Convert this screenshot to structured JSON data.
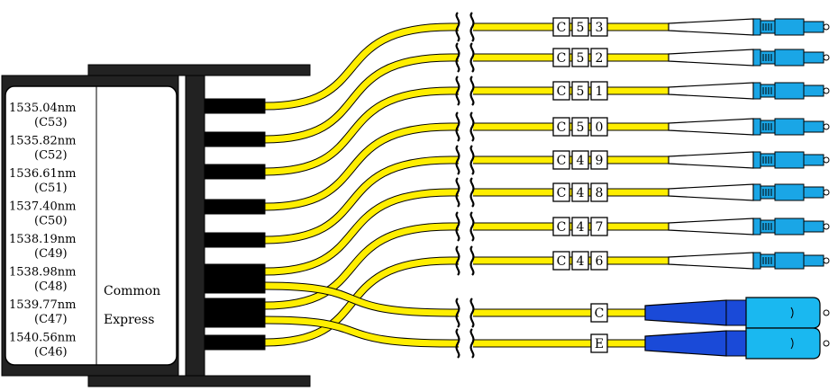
{
  "module": {
    "wavelengths": [
      {
        "nm": "1535.04nm",
        "ch": "(C53)"
      },
      {
        "nm": "1535.82nm",
        "ch": "(C52)"
      },
      {
        "nm": "1536.61nm",
        "ch": "(C51)"
      },
      {
        "nm": "1537.40nm",
        "ch": "(C50)"
      },
      {
        "nm": "1538.19nm",
        "ch": "(C49)"
      },
      {
        "nm": "1538.98nm",
        "ch": "(C48)"
      },
      {
        "nm": "1539.77nm",
        "ch": "(C47)"
      },
      {
        "nm": "1540.56nm",
        "ch": "(C46)"
      }
    ],
    "common_label": "Common",
    "express_label": "Express"
  },
  "cables": [
    {
      "tag": [
        "C",
        "5",
        "3"
      ],
      "connector": "LC"
    },
    {
      "tag": [
        "C",
        "5",
        "2"
      ],
      "connector": "LC"
    },
    {
      "tag": [
        "C",
        "5",
        "1"
      ],
      "connector": "LC"
    },
    {
      "tag": [
        "C",
        "5",
        "0"
      ],
      "connector": "LC"
    },
    {
      "tag": [
        "C",
        "4",
        "9"
      ],
      "connector": "LC"
    },
    {
      "tag": [
        "C",
        "4",
        "8"
      ],
      "connector": "LC"
    },
    {
      "tag": [
        "C",
        "4",
        "7"
      ],
      "connector": "LC"
    },
    {
      "tag": [
        "C",
        "4",
        "6"
      ],
      "connector": "LC"
    },
    {
      "tag": [
        "C"
      ],
      "connector": "SC"
    },
    {
      "tag": [
        "E"
      ],
      "connector": "SC"
    }
  ],
  "colors": {
    "fiber": "#ffee00",
    "lc_blue": "#1aa6e6",
    "sc_dark_blue": "#1a4ad8",
    "sc_cyan": "#1ab8f0",
    "port": "#000000"
  }
}
